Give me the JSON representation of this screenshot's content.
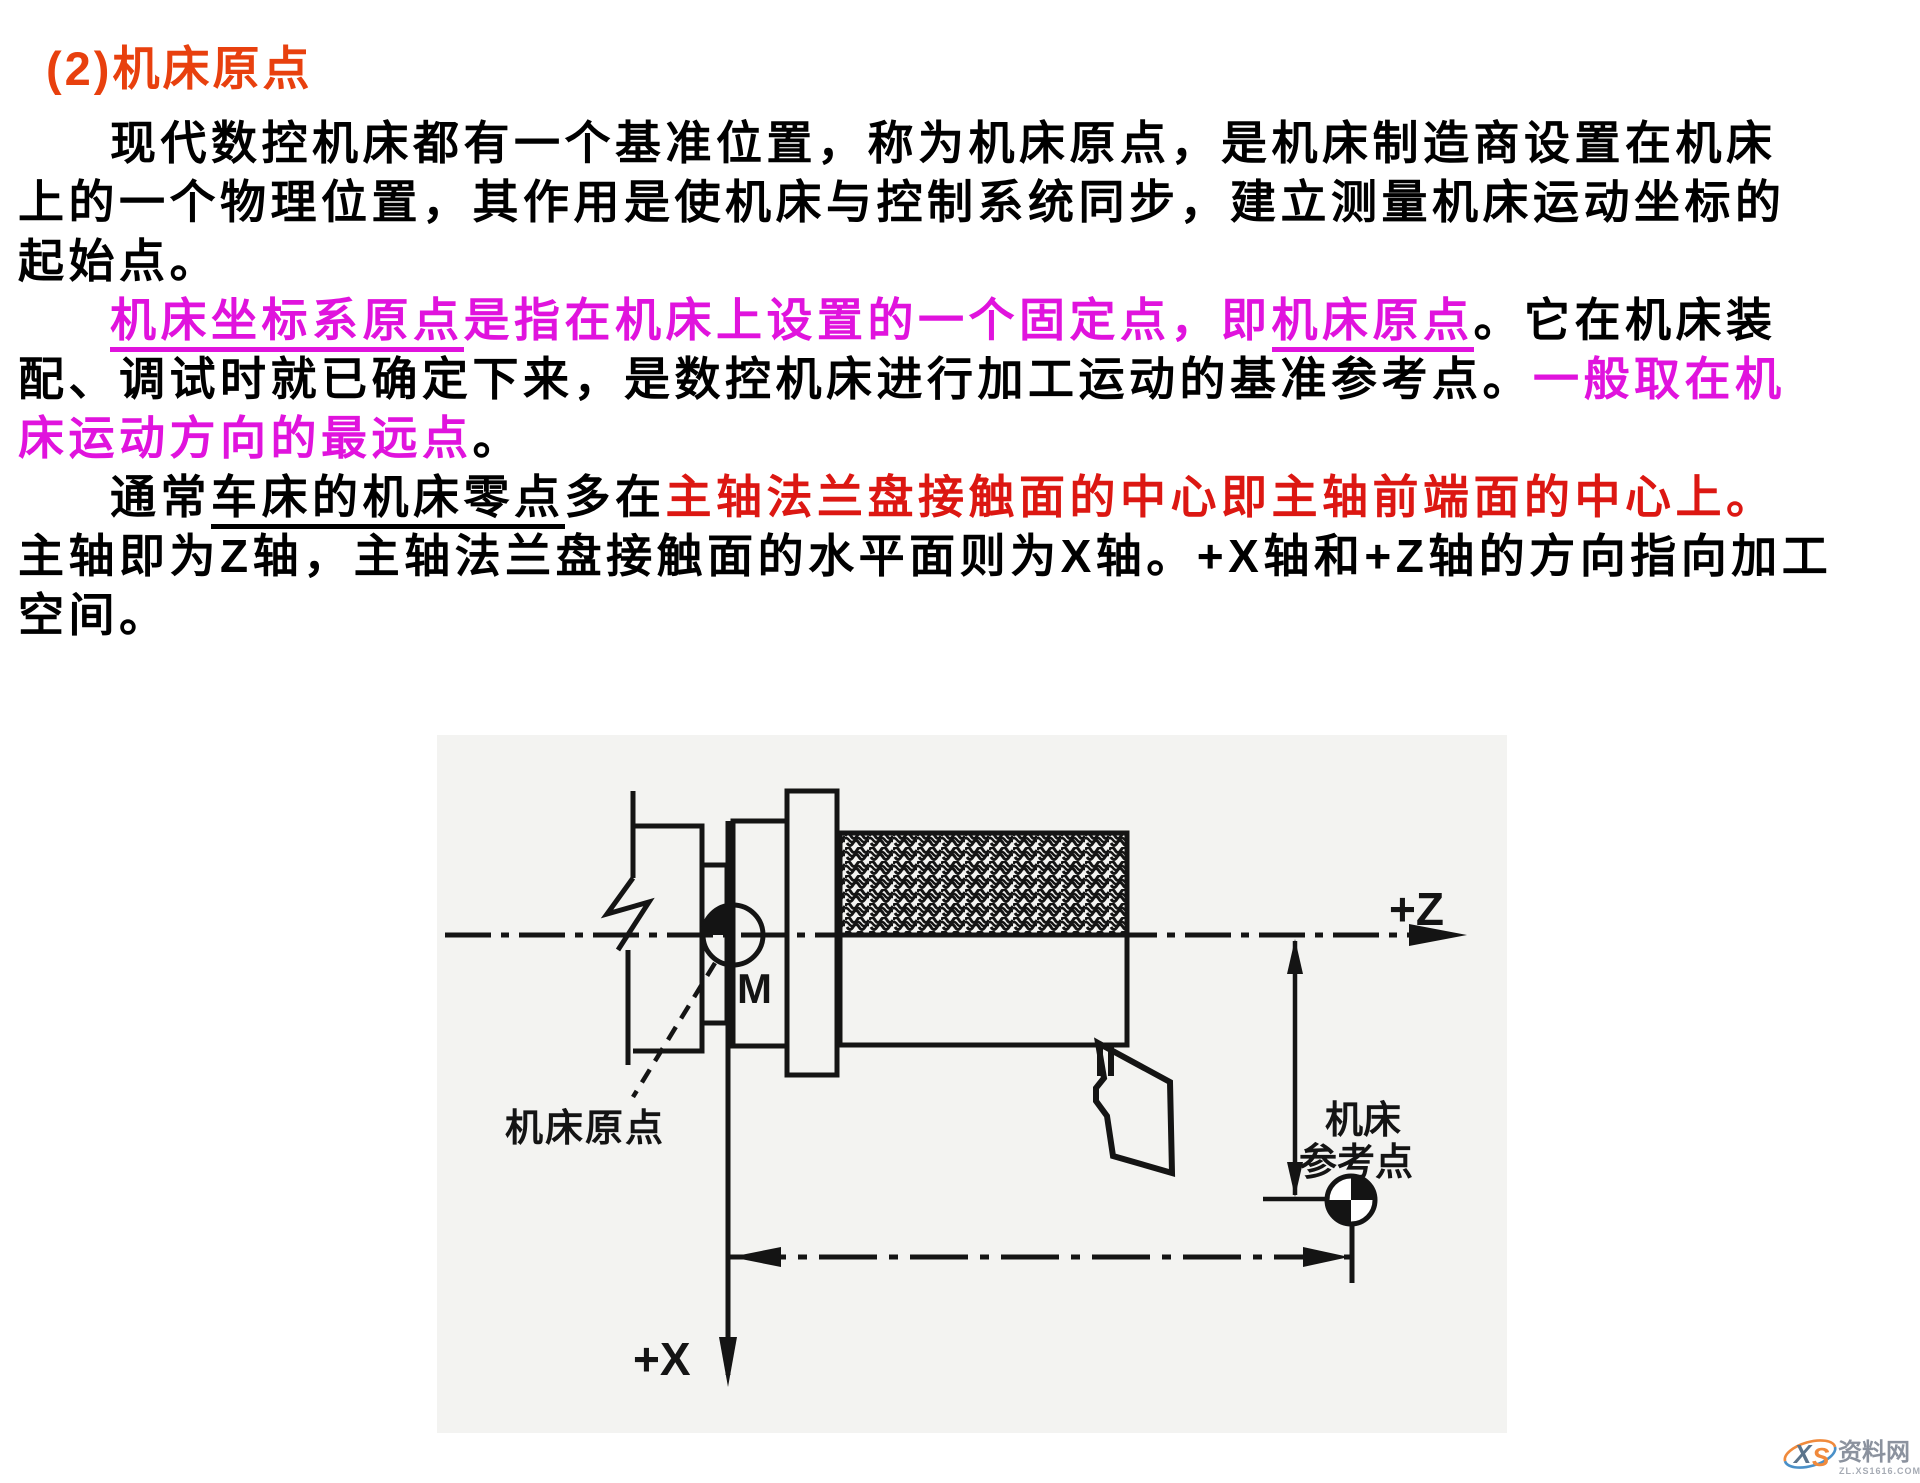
{
  "title": "(2)机床原点",
  "content": {
    "p1l1": "现代数控机床都有一个基准位置，称为机床原点，是机床制造商设置在机床",
    "p1l2": "上的一个物理位置，其作用是使机床与控制系统同步，建立测量机床运动坐标的",
    "p1l3": "起始点。",
    "p2l1a": "机床坐标系原点",
    "p2l1b": "是指在机床上设置的一个固定点，即",
    "p2l1c": "机床原点",
    "p2l1d": "。它在机床装",
    "p2l2a": "配、调试时就已确定下来，是数控机床进行加工运动的基准参考点。",
    "p2l2b": "一般取在机",
    "p2l3a": "床运动方向的最远点",
    "p2l3b": "。",
    "p3l1a": "通常",
    "p3l1b": "车床的机床零点",
    "p3l1c": "多在",
    "p3l1d": "主轴法兰盘接触面的中心即主轴前端面的中心上。",
    "p3l2": "主轴即为Z轴，主轴法兰盘接触面的水平面则为X轴。+X轴和+Z轴的方向指向加工",
    "p3l3": "空间。"
  },
  "diagram": {
    "labels": {
      "m_point": "M",
      "machine_origin": "机床原点",
      "plus_z": "+Z",
      "plus_x": "+X",
      "ref_line1": "机床",
      "ref_line2": "参考点"
    }
  },
  "watermark": {
    "logo": "XS",
    "logo_x": "X",
    "logo_s": "S",
    "site_name": "资料网",
    "site_url": "ZL.XS1616.COM"
  },
  "colors": {
    "title": "#e8400e",
    "body_text": "#000000",
    "magenta": "#e013dd",
    "red": "#dc1712",
    "diagram_bg": "#f3f3f1",
    "diagram_line": "#141414",
    "watermark_gray": "#8b929e",
    "watermark_blue": "#4a90c8",
    "watermark_orange": "#f08a3c"
  }
}
